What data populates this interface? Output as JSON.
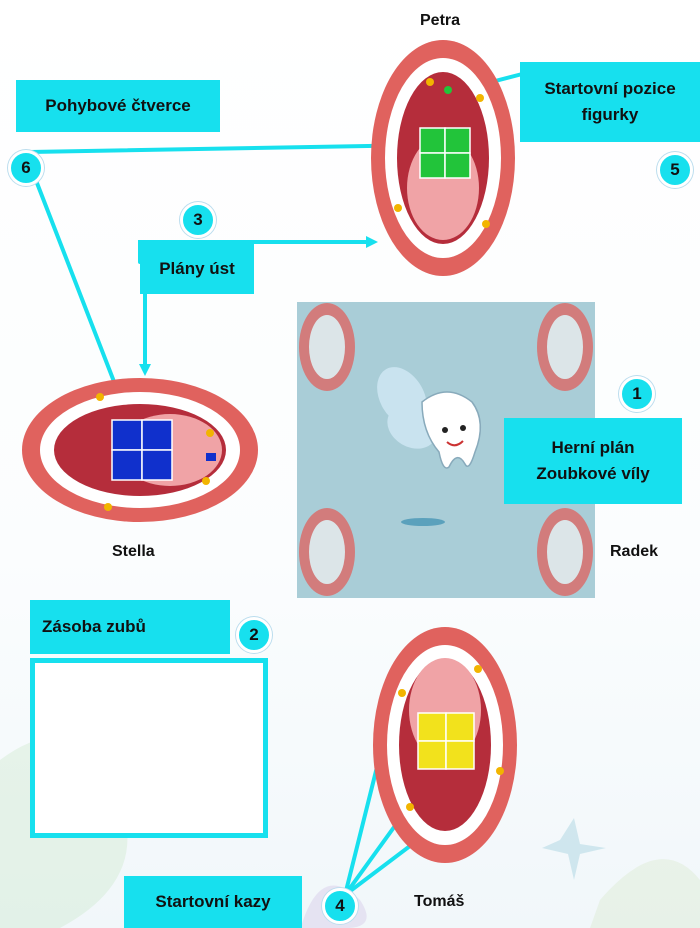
{
  "labels": {
    "pohybove": "Pohybové čtverce",
    "startovni_pozice_1": "Startovní pozice",
    "startovni_pozice_2": "figurky",
    "plany_ust": "Plány úst",
    "herni_plan_1": "Herní plán",
    "herni_plan_2": "Zoubkové víly",
    "zasoba": "Zásoba zubů",
    "startovni_kazy": "Startovní kazy"
  },
  "badges": {
    "b1": "1",
    "b2": "2",
    "b3": "3",
    "b4": "4",
    "b5": "5",
    "b6": "6"
  },
  "players": {
    "top": "Petra",
    "left": "Stella",
    "right": "Radek",
    "bottom": "Tomáš"
  },
  "colors": {
    "accent": "#17e0ee",
    "lip": "#e0625e",
    "green_tile": "#22c43a",
    "blue_tile": "#1030cc",
    "yellow_tile": "#f2e21c",
    "board_bg": "#a9cdd7"
  }
}
